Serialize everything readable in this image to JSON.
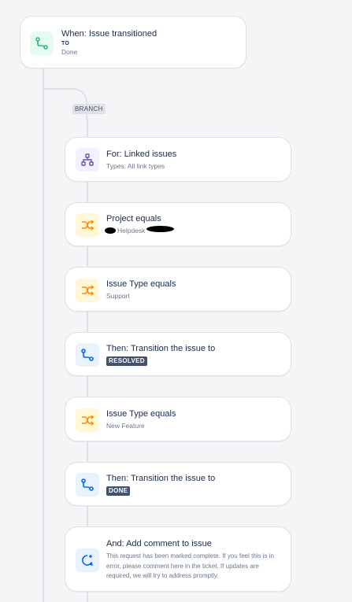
{
  "trigger": {
    "title": "When: Issue transitioned",
    "to_label": "TO",
    "to_value": "Done",
    "icon": "transition-icon",
    "icon_color": "#36b37e",
    "icon_bg": "#e3fcef"
  },
  "branch_label": "BRANCH",
  "steps": [
    {
      "title": "For: Linked issues",
      "subtitle": "Types: All link types",
      "icon": "hierarchy-icon"
    },
    {
      "title": "Project equals",
      "subtitle": "Helpdesk",
      "icon": "shuffle-icon",
      "redacted": true
    },
    {
      "title": "Issue Type equals",
      "subtitle": "Support",
      "icon": "shuffle-icon"
    },
    {
      "title": "Then: Transition the issue to",
      "lozenge": "RESOLVED",
      "icon": "transition-icon"
    },
    {
      "title": "Issue Type equals",
      "subtitle": "New Feature",
      "icon": "shuffle-icon"
    },
    {
      "title": "Then: Transition the issue to",
      "lozenge": "DONE",
      "icon": "transition-icon"
    },
    {
      "title": "And: Add comment to issue",
      "subtitle": "This request has been marked complete. If you feel this is in error, please comment here in the ticket. If updates are required, we will try to address promptly.",
      "icon": "comment-icon"
    }
  ],
  "colors": {
    "condition_icon": "#ff8b00",
    "condition_bg": "#fff7d6",
    "action_icon": "#0065ff",
    "action_bg": "#e9f2ff",
    "branch_icon": "#6554c0",
    "branch_bg": "#f3f0ff",
    "lozenge_bg": "#42526e"
  }
}
